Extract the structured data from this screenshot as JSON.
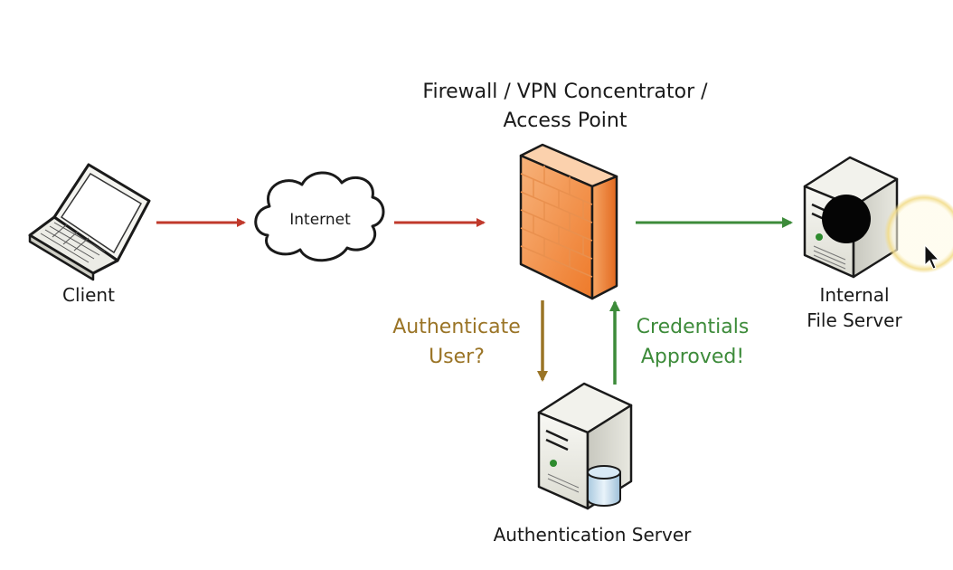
{
  "nodes": {
    "client": {
      "label": "Client"
    },
    "internet": {
      "label": "Internet"
    },
    "firewall": {
      "label_line1": "Firewall / VPN Concentrator /",
      "label_line2": "Access Point"
    },
    "file_server": {
      "label_line1": "Internal",
      "label_line2": "File Server"
    },
    "auth_server": {
      "label": "Authentication Server"
    }
  },
  "edges": {
    "auth_request": {
      "line1": "Authenticate",
      "line2": "User?"
    },
    "auth_response": {
      "line1": "Credentials",
      "line2": "Approved!"
    }
  },
  "colors": {
    "red_arrow": "#c0392b",
    "green_arrow": "#3d8b3a",
    "brown_arrow": "#9a7426",
    "firewall": "#f08a3c"
  }
}
